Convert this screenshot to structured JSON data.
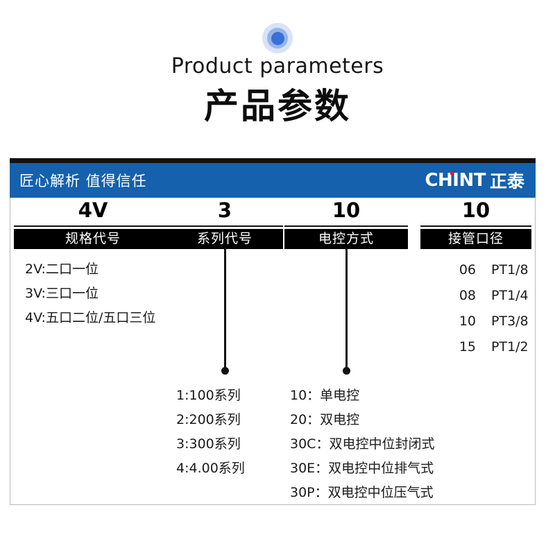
{
  "title": {
    "english": "Product parameters",
    "chinese": "产品参数"
  },
  "header": {
    "slogan": "匠心解析 值得信任",
    "brand_latin": "CHINT",
    "brand_chinese": "正泰",
    "bar_color": "#1561ad",
    "brand_dot_color": "#d81f26"
  },
  "model_code": {
    "columns": [
      {
        "code": "4V",
        "label": "规格代号",
        "has_stem": false,
        "options": [
          "2V:二口一位",
          "3V:三口一位",
          "4V:五口二位/五口三位"
        ]
      },
      {
        "code": "3",
        "label": "系列代号",
        "has_stem": true,
        "options": [
          "1:100系列",
          "2:200系列",
          "3:300系列",
          "4:4.00系列"
        ]
      },
      {
        "code": "10",
        "label": "电控方式",
        "has_stem": true,
        "options": [
          "10：单电控",
          "20：双电控",
          "30C：双电控中位封闭式",
          "30E：双电控中位排气式",
          "30P：双电控中位压气式"
        ]
      },
      {
        "code": "10",
        "label": "接管口径",
        "has_stem": false,
        "port_options": [
          {
            "code": "06",
            "size": "PT1/8"
          },
          {
            "code": "08",
            "size": "PT1/4"
          },
          {
            "code": "10",
            "size": "PT3/8"
          },
          {
            "code": "15",
            "size": "PT1/2"
          }
        ]
      }
    ]
  }
}
